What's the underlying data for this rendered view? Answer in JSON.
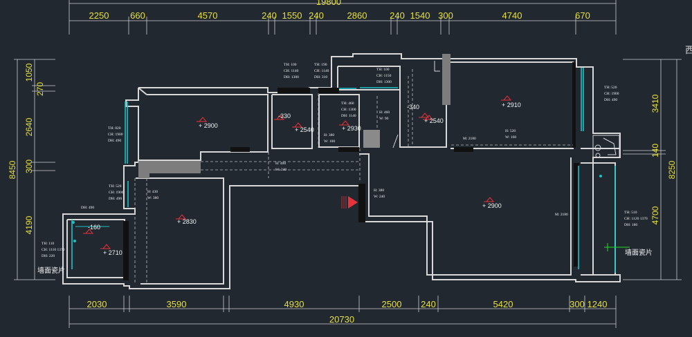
{
  "top_overall": "19800",
  "top_dims": [
    "2250",
    "660",
    "4570",
    "240",
    "1550",
    "240",
    "2860",
    "240",
    "1540",
    "300",
    "4740",
    "670"
  ],
  "bottom_dims": [
    "2030",
    "3590",
    "4930",
    "2500",
    "240",
    "5420",
    "300",
    "1240"
  ],
  "bottom_total": "20730",
  "left_dims": [
    "1050",
    "270",
    "2640",
    "300",
    "4190"
  ],
  "left_total": "8450",
  "right_dims": [
    "3410",
    "140",
    "4700"
  ],
  "right_total": "8250",
  "edge_text": "西",
  "window_notes": [
    [
      "TH: 820",
      "CH: 1900",
      "DH: 490"
    ],
    [
      "TH: 520",
      "CH: 1900",
      "DH: 490"
    ],
    [
      "DH: 490"
    ],
    [
      "TH: 110",
      "CH: 1110 1370",
      "DH: 220"
    ],
    [
      "TH: 100",
      "CH: 1140",
      "DH: 1300"
    ],
    [
      "TH: 190",
      "CH: 1140",
      "DH: 310"
    ],
    [
      "TH: 100",
      "CH: 1150",
      "DH: 1300"
    ],
    [
      "TH: 460",
      "CH: 1300",
      "DH: 1140"
    ],
    [
      "TH: 520",
      "CH: 1900",
      "DH: 490"
    ],
    [
      "TH: 510",
      "CH: 1120 1370",
      "DH: 180"
    ]
  ],
  "opening_notes": [
    [
      "H: 460",
      "W: 90"
    ],
    [
      "H: 380",
      "W: 100"
    ],
    [
      "H: 400",
      "W: 240"
    ],
    [
      "H: 430",
      "W: 380"
    ],
    [
      "H: 380",
      "W: 240"
    ],
    [
      "H: 520",
      "W: 160"
    ]
  ],
  "heights": [
    "M: 2180",
    "M: 2180"
  ],
  "levels": [
    "+ 2900",
    "-330",
    "+ 2540",
    "+ 2930",
    "-340",
    "+ 2540",
    "+ 2910",
    "+ 2900",
    "+ 2830",
    "-160",
    "+ 2710"
  ],
  "tile_labels": [
    "墙面瓷片",
    "墙面瓷片"
  ]
}
